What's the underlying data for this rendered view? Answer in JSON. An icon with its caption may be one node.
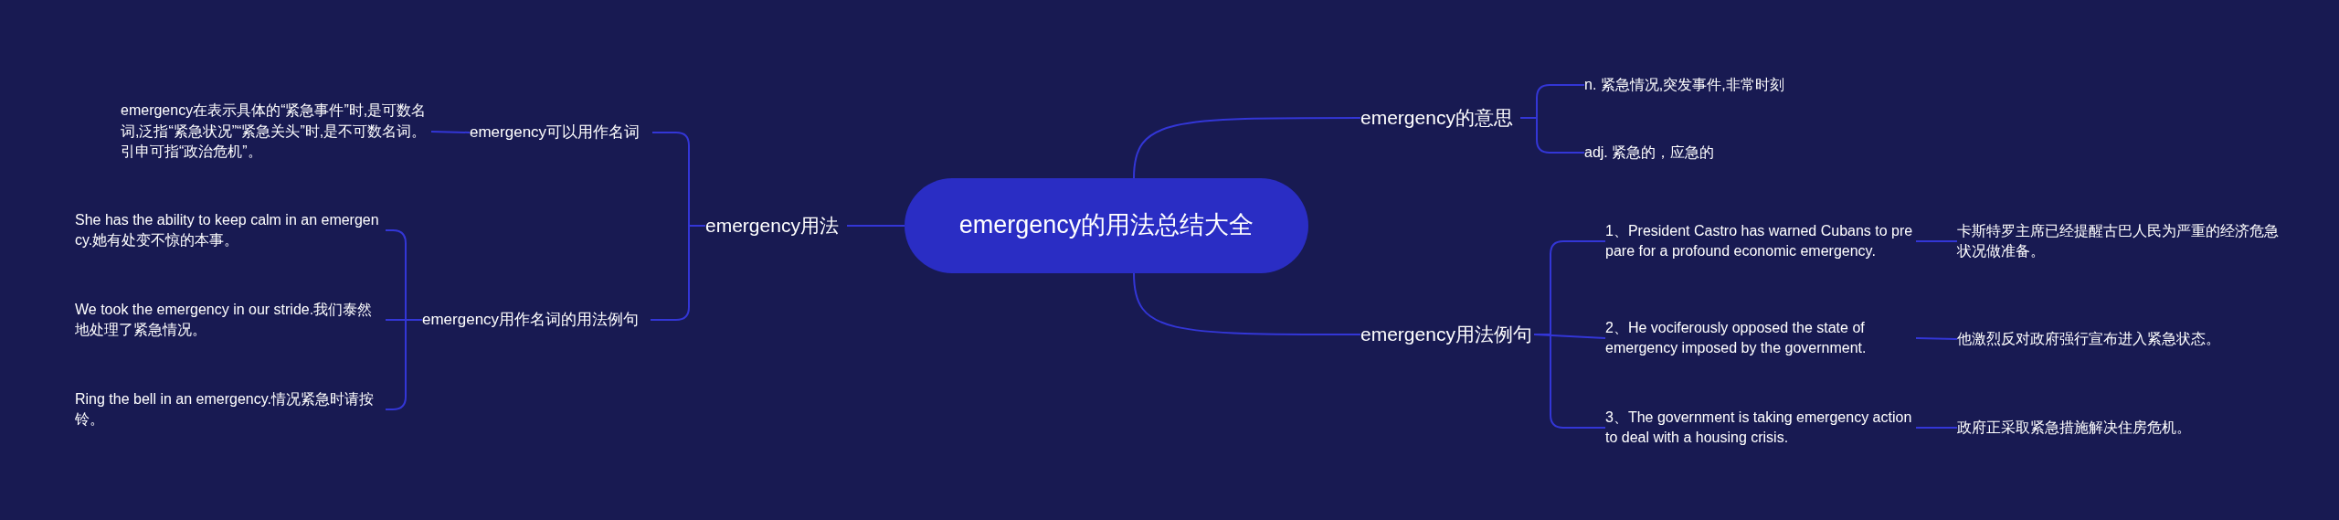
{
  "diagram": {
    "nodes": [
      {
        "text": [
          "emergency的用法总结大全"
        ]
      },
      {
        "text": [
          "emergency用法"
        ]
      },
      {
        "text": [
          "emergency可以用作名词"
        ]
      },
      {
        "text": [
          "emergency在表示具体的“紧急事件”时,是可数名词,泛指“紧急状况”“紧急关头”时,是不可数名词。引申可指“政治危机”。"
        ]
      },
      {
        "text": [
          "emergency用作名词的用法例句"
        ]
      },
      {
        "text": [
          "She has the ability to keep calm in an emergency.她有处变不惊的本事。"
        ]
      },
      {
        "text": [
          "We took the emergency in our stride.我们泰然地处理了紧急情况。"
        ]
      },
      {
        "text": [
          "Ring the bell in an emergency.情况紧急时请按铃。"
        ]
      },
      {
        "text": [
          "emergency的意思"
        ]
      },
      {
        "text": [
          "n. 紧急情况,突发事件,非常时刻"
        ]
      },
      {
        "text": [
          "adj. 紧急的，应急的"
        ]
      },
      {
        "text": [
          "emergency用法例句"
        ]
      },
      {
        "text": [
          "1、President Castro has warned Cubans to prepare for a profound economic emergency."
        ]
      },
      {
        "text": [
          "卡斯特罗主席已经提醒古巴人民为严重的经济危急状况做准备。"
        ]
      },
      {
        "text": [
          "2、He vociferously opposed the state of emergency imposed by the government."
        ]
      },
      {
        "text": [
          "他激烈反对政府强行宣布进入紧急状态。"
        ]
      },
      {
        "text": [
          "3、The government is taking emergency action to deal with a housing crisis."
        ]
      },
      {
        "text": [
          "政府正采取紧急措施解决住房危机。"
        ]
      }
    ],
    "edges": [
      {
        "from": 0,
        "to": 1,
        "arrow": "none"
      },
      {
        "from": 1,
        "to": 2,
        "arrow": "none"
      },
      {
        "from": 2,
        "to": 3,
        "arrow": "none"
      },
      {
        "from": 1,
        "to": 4,
        "arrow": "none"
      },
      {
        "from": 4,
        "to": 5,
        "arrow": "none"
      },
      {
        "from": 4,
        "to": 6,
        "arrow": "none"
      },
      {
        "from": 4,
        "to": 7,
        "arrow": "none"
      },
      {
        "from": 0,
        "to": 8,
        "arrow": "none"
      },
      {
        "from": 8,
        "to": 9,
        "arrow": "none"
      },
      {
        "from": 8,
        "to": 10,
        "arrow": "none"
      },
      {
        "from": 0,
        "to": 11,
        "arrow": "none"
      },
      {
        "from": 11,
        "to": 12,
        "arrow": "none"
      },
      {
        "from": 12,
        "to": 13,
        "arrow": "none"
      },
      {
        "from": 11,
        "to": 14,
        "arrow": "none"
      },
      {
        "from": 14,
        "to": 15,
        "arrow": "none"
      },
      {
        "from": 11,
        "to": 16,
        "arrow": "none"
      },
      {
        "from": 16,
        "to": 17,
        "arrow": "none"
      }
    ]
  }
}
